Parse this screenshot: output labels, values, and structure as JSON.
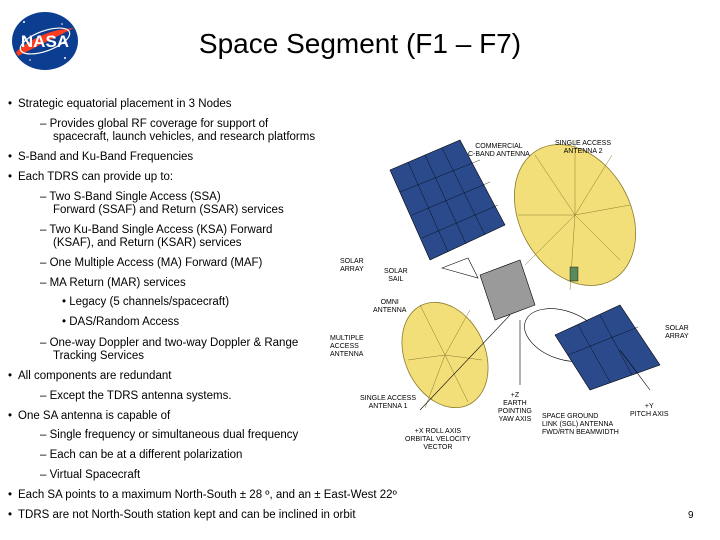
{
  "logo": {
    "text": "NASA"
  },
  "title": "Space Segment (F1 – F7)",
  "bullets": [
    "Strategic equatorial placement in 3 Nodes",
    "– Provides global RF coverage for support of",
    "spacecraft, launch vehicles, and research platforms",
    "S-Band and Ku-Band Frequencies",
    "Each TDRS can provide up to:",
    "– Two S-Band Single Access (SSA)",
    "Forward (SSAF) and Return (SSAR) services",
    "– Two Ku-Band Single Access (KSA) Forward",
    "(KSAF), and Return (KSAR) services",
    "– One Multiple Access (MA) Forward  (MAF)",
    "– MA Return (MAR) services",
    "• Legacy (5 channels/spacecraft)",
    "• DAS/Random Access",
    "– One-way Doppler and two-way Doppler & Range",
    "Tracking Services",
    "All components are redundant",
    "– Except the TDRS antenna systems.",
    "One SA antenna is capable of",
    "– Single frequency or simultaneous dual frequency",
    "– Each can be at a different polarization",
    "– Virtual Spacecraft",
    "Each SA points to a maximum North-South ± 28 º, and an ± East-West 22º",
    "TDRS are not North-South station kept and can be inclined in orbit"
  ],
  "diagram_labels": {
    "commercial": "COMMERCIAL\nC-BAND ANTENNA",
    "sa2": "SINGLE ACCESS\nANTENNA 2",
    "solar_array": "SOLAR\nARRAY",
    "solar_sail": "SOLAR\nSAIL",
    "omni": "OMNI\nANTENNA",
    "solar_array2": "SOLAR\nARRAY",
    "ma": "MULTIPLE\nACCESS\nANTENNA",
    "sa1": "SINGLE ACCESS\nANTENNA 1",
    "z": "+Z\nEARTH\nPOINTING\nYAW AXIS",
    "x": "+X ROLL AXIS\nORBITAL VELOCITY\nVECTOR",
    "sgl": "SPACE GROUND\nLINK (SGL) ANTENNA\nFWD/RTN BEAMWIDTH",
    "y": "+Y\nPITCH AXIS"
  },
  "page_number": "9",
  "colors": {
    "panel": "#2b4a8c",
    "dish": "#f3df7a",
    "dish_rib": "#8c7a2a",
    "nasa_blue": "#0b3d91",
    "nasa_red": "#fc3d21"
  }
}
